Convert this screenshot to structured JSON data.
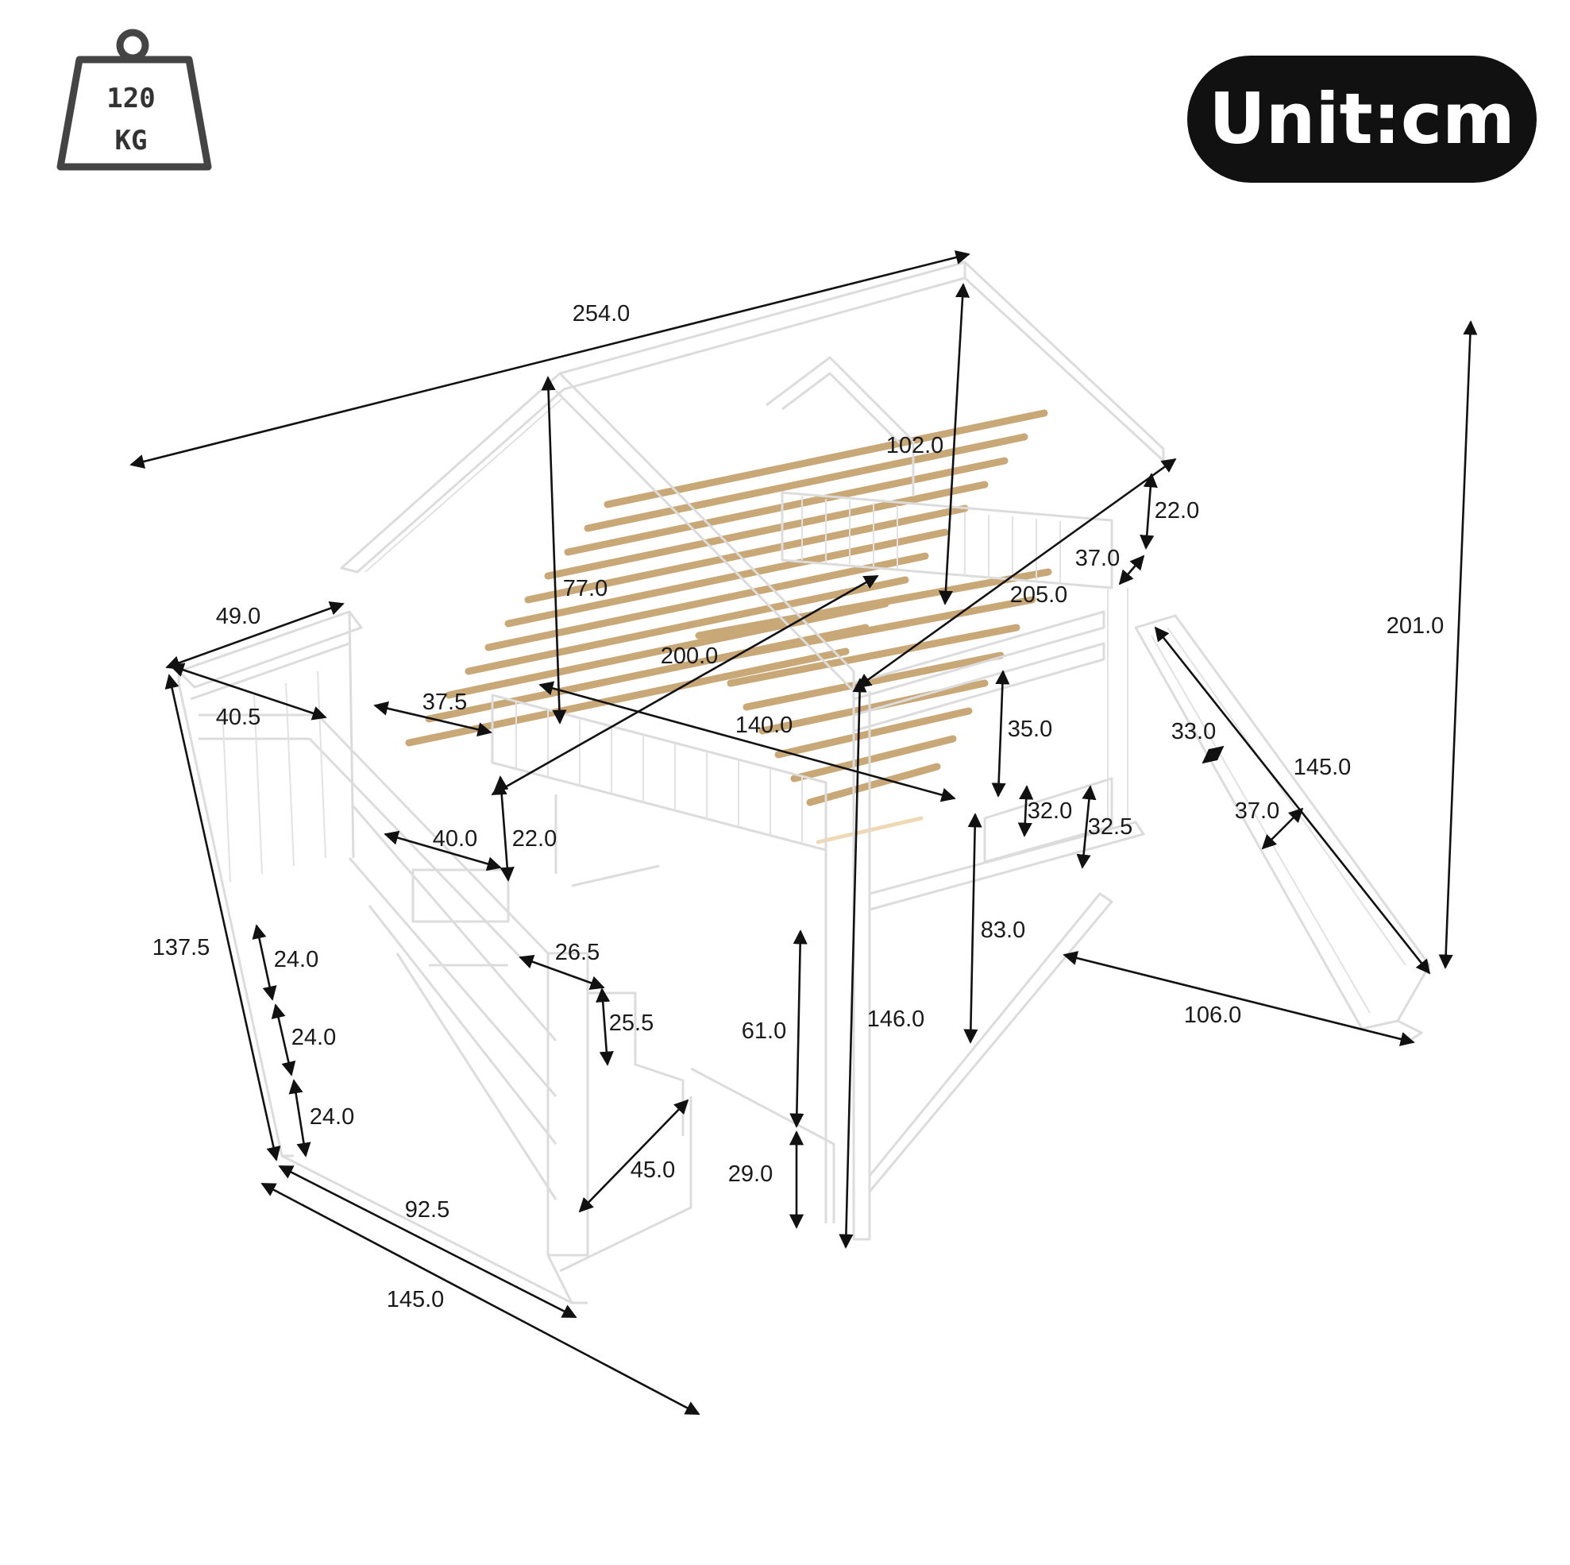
{
  "badge": {
    "unit_label": "Unit:cm"
  },
  "weight_icon": {
    "icon": "weight-icon",
    "line1": "120",
    "line2": "KG"
  },
  "dimensions": {
    "overall_length": "254.0",
    "roof_height": "102.0",
    "inner_roof_height": "77.0",
    "top_gap": "22.0",
    "rail_gap": "37.0",
    "outer_length": "205.0",
    "mattress_length": "200.0",
    "total_height": "201.0",
    "stair_top_depth": "49.0",
    "stair_rail_width": "40.5",
    "guard_offset": "37.5",
    "mattress_width": "140.0",
    "guard_height": "35.0",
    "slide_width": "33.0",
    "slide_length": "145.0",
    "slide_side": "37.0",
    "end_rail_a": "32.0",
    "end_rail_b": "32.5",
    "landing_width": "40.0",
    "landing_height": "22.0",
    "stair_height": "137.5",
    "step_1": "24.0",
    "step_2": "24.0",
    "step_3": "24.0",
    "step_width": "26.5",
    "step_rise": "25.5",
    "under_clearance": "61.0",
    "post_height": "146.0",
    "end_clearance": "83.0",
    "slide_base": "106.0",
    "drawer_depth": "45.0",
    "drawer_height": "29.0",
    "stair_base": "92.5",
    "overall_width": "145.0"
  }
}
